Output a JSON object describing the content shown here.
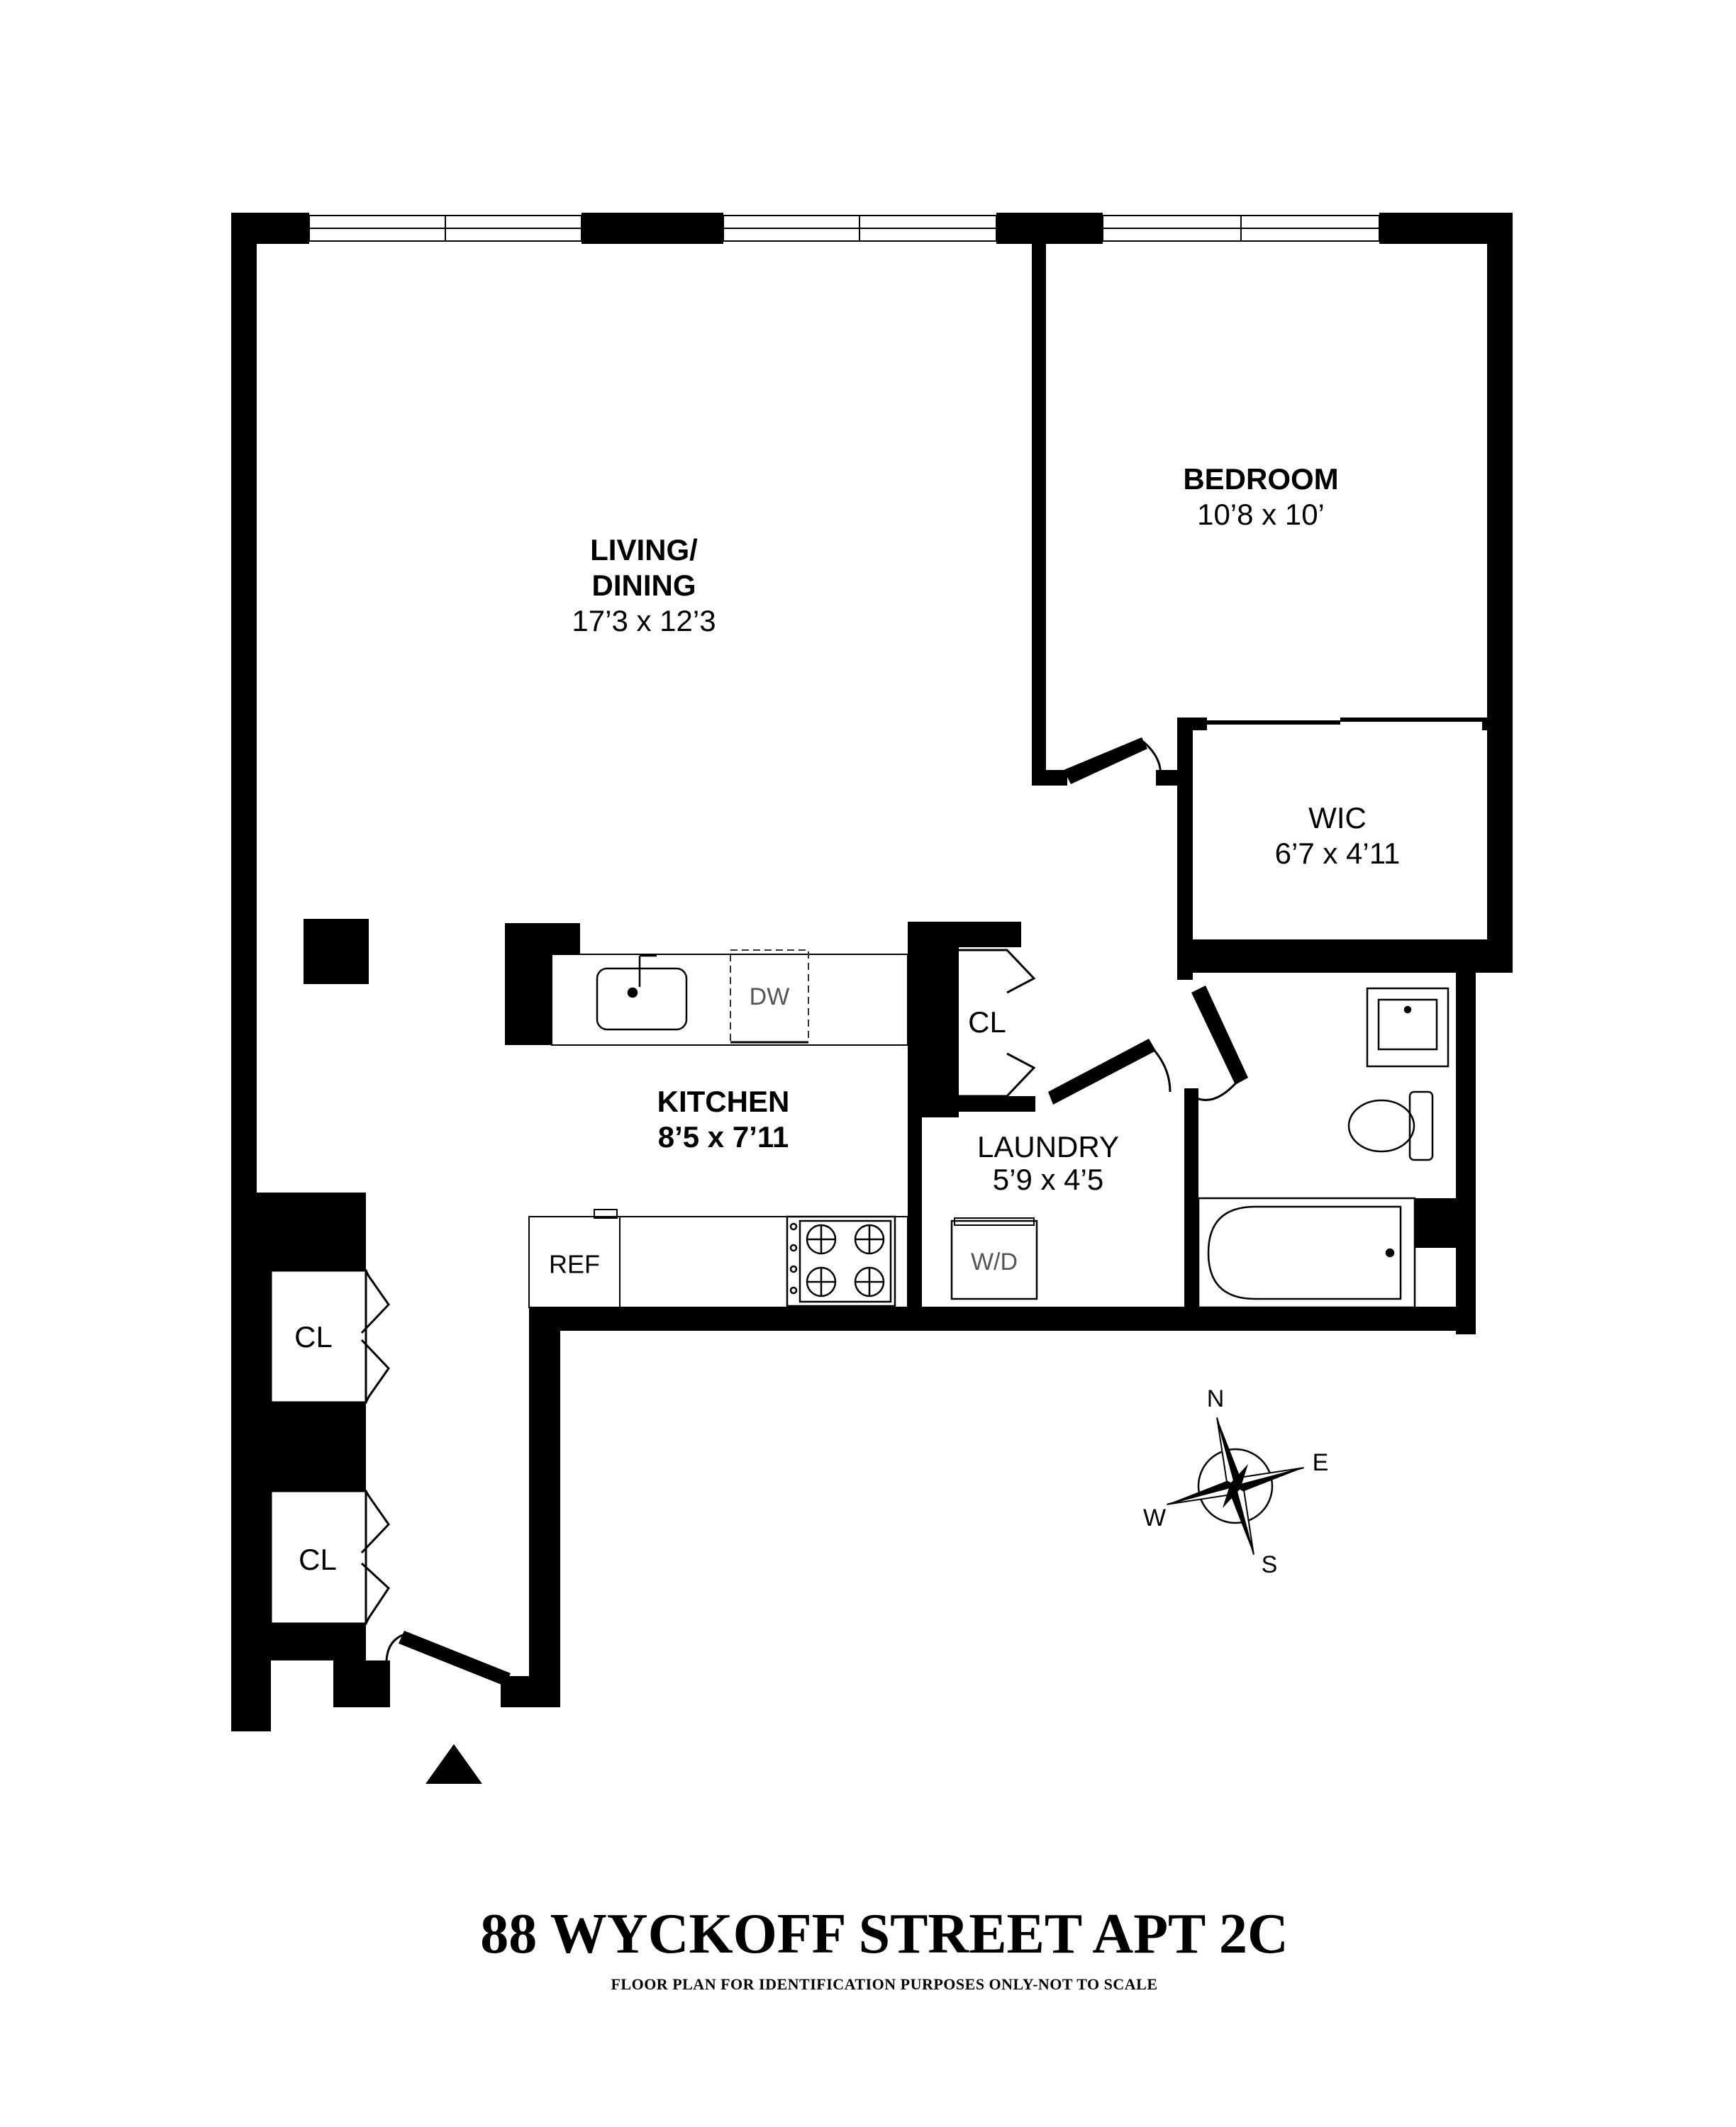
{
  "title": "88 WYCKOFF STREET APT 2C",
  "subtitle": "FLOOR PLAN FOR IDENTIFICATION PURPOSES ONLY-NOT TO SCALE",
  "rooms": {
    "living": {
      "name_line1": "LIVING/",
      "name_line2": "DINING",
      "dims": "17’3 x 12’3"
    },
    "bedroom": {
      "name": "BEDROOM",
      "dims": "10’8 x 10’"
    },
    "wic": {
      "name": "WIC",
      "dims": "6’7 x 4’11"
    },
    "kitchen": {
      "name": "KITCHEN",
      "dims": "8’5 x 7’11"
    },
    "laundry": {
      "name": "LAUNDRY",
      "dims": "5’9 x 4’5"
    },
    "closet_hall": {
      "name": "CL"
    },
    "closet_entry_1": {
      "name": "CL"
    },
    "closet_entry_2": {
      "name": "CL"
    }
  },
  "appliances": {
    "dishwasher": "DW",
    "refrigerator": "REF",
    "washer_dryer": "W/D"
  },
  "compass": {
    "n": "N",
    "e": "E",
    "s": "S",
    "w": "W"
  },
  "icons": [
    "entry-arrow-icon",
    "compass-icon",
    "stove-icon",
    "sink-icon",
    "toilet-icon",
    "bathtub-icon"
  ]
}
